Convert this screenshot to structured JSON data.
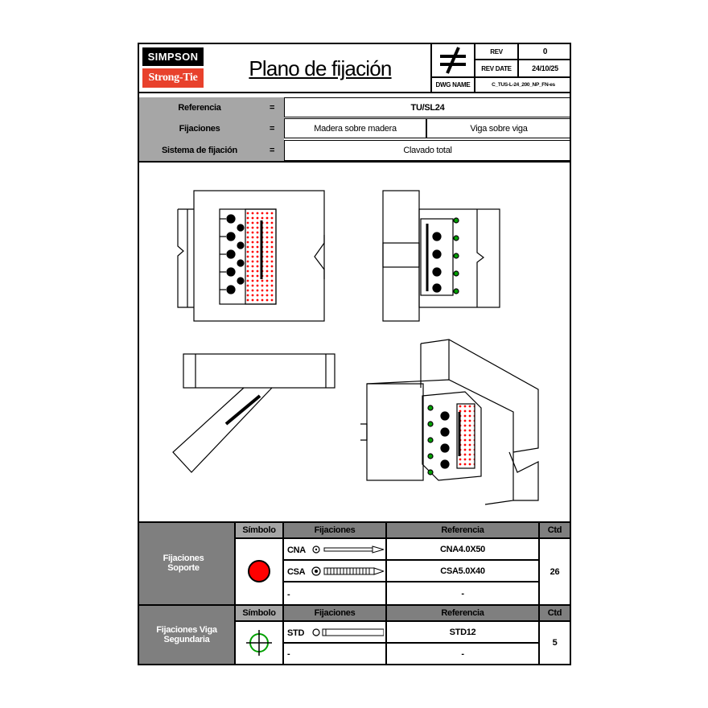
{
  "header": {
    "brand_top": "SIMPSON",
    "brand_bottom": "Strong-Tie",
    "title": "Plano de fijación",
    "rev_label": "REV",
    "rev_value": "0",
    "rev_date_label": "REV DATE",
    "rev_date_value": "24/10/25",
    "dwg_name_label": "DWG NAME",
    "dwg_name_value": "C_TUS-L-24_200_NP_FN-es"
  },
  "info": {
    "referencia_label": "Referencia",
    "referencia_value": "TU/SL24",
    "fijaciones_label": "Fijaciones",
    "fijaciones_value_1": "Madera sobre madera",
    "fijaciones_value_2": "Viga sobre viga",
    "sistema_label": "Sistema de fijación",
    "sistema_value": "Clavado total",
    "equals": "="
  },
  "table_soporte": {
    "group_label": "Fijaciones Soporte",
    "col_simbolo": "Símbolo",
    "col_fijaciones": "Fijaciones",
    "col_referencia": "Referencia",
    "col_ctd": "Ctd",
    "rows": [
      {
        "fijacion": "CNA",
        "referencia": "CNA4.0X50"
      },
      {
        "fijacion": "CSA",
        "referencia": "CSA5.0X40"
      },
      {
        "fijacion": "-",
        "referencia": "-"
      }
    ],
    "ctd": "26",
    "symbol_color": "#ff0000"
  },
  "table_viga": {
    "group_label": "Fijaciones Viga Segundaria",
    "col_simbolo": "Símbolo",
    "col_fijaciones": "Fijaciones",
    "col_referencia": "Referencia",
    "col_ctd": "Ctd",
    "rows": [
      {
        "fijacion": "STD",
        "referencia": "STD12"
      },
      {
        "fijacion": "-",
        "referencia": "-"
      }
    ],
    "ctd": "5",
    "symbol_color": "#00a000"
  },
  "colors": {
    "brand_red": "#e8412c",
    "header_grey": "#7f7f7f",
    "label_grey": "#a6a6a6",
    "nail_red": "#ff0000",
    "screw_green": "#00a000"
  }
}
